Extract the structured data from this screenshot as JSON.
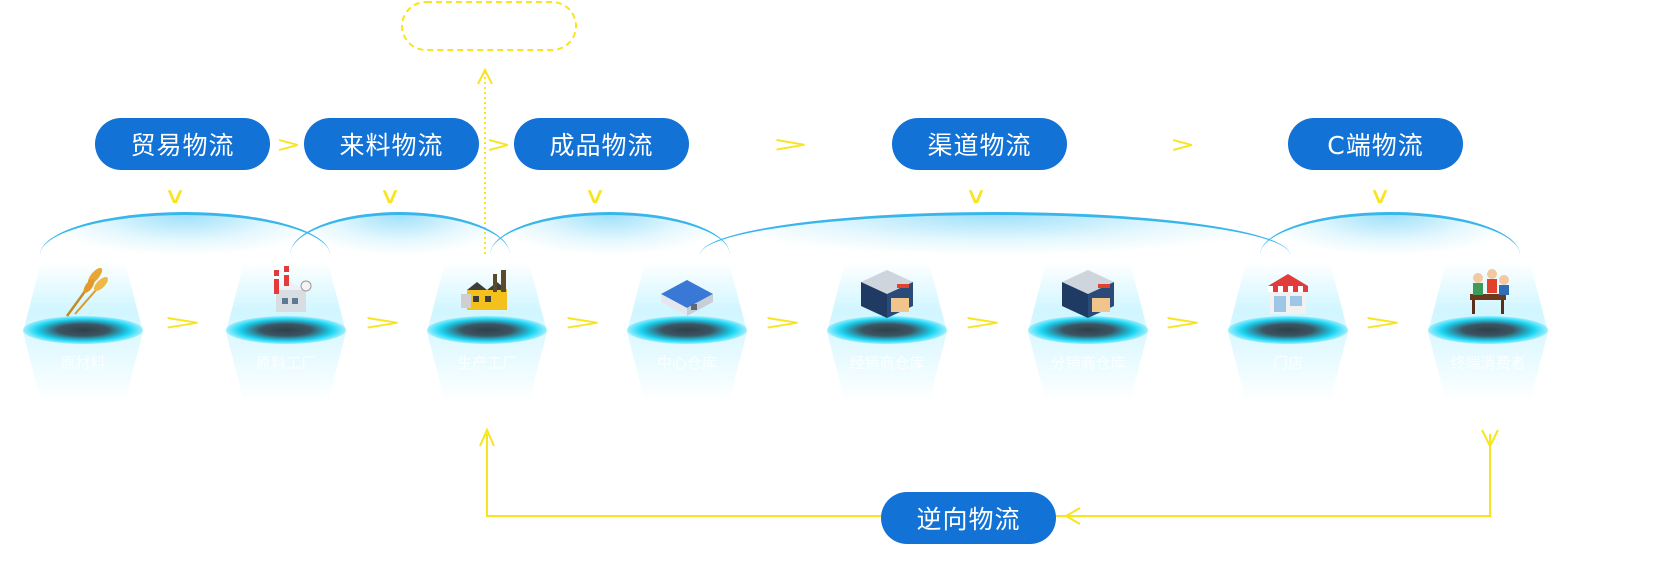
{
  "colors": {
    "pill": "#1272d6",
    "accent": "#f7e51e",
    "glow": "#1ad5f4"
  },
  "top_pills": [
    {
      "label": "贸易物流"
    },
    {
      "label": "来料物流"
    },
    {
      "label": "成品物流"
    },
    {
      "label": "渠道物流"
    },
    {
      "label": "C端物流"
    }
  ],
  "nodes": [
    {
      "icon": "wheat-icon",
      "label": "原材料"
    },
    {
      "icon": "factory-icon",
      "label": "原料工厂"
    },
    {
      "icon": "manufacturing-plant-icon",
      "label": "生产工厂"
    },
    {
      "icon": "warehouse-icon",
      "label": "中心仓库"
    },
    {
      "icon": "distribution-center-icon",
      "label": "经销商仓库"
    },
    {
      "icon": "distribution-center-icon",
      "label": "分销商仓库"
    },
    {
      "icon": "store-icon",
      "label": "门店"
    },
    {
      "icon": "consumer-icon",
      "label": "终端消费者"
    }
  ],
  "reverse_pill": {
    "label": "逆向物流"
  }
}
